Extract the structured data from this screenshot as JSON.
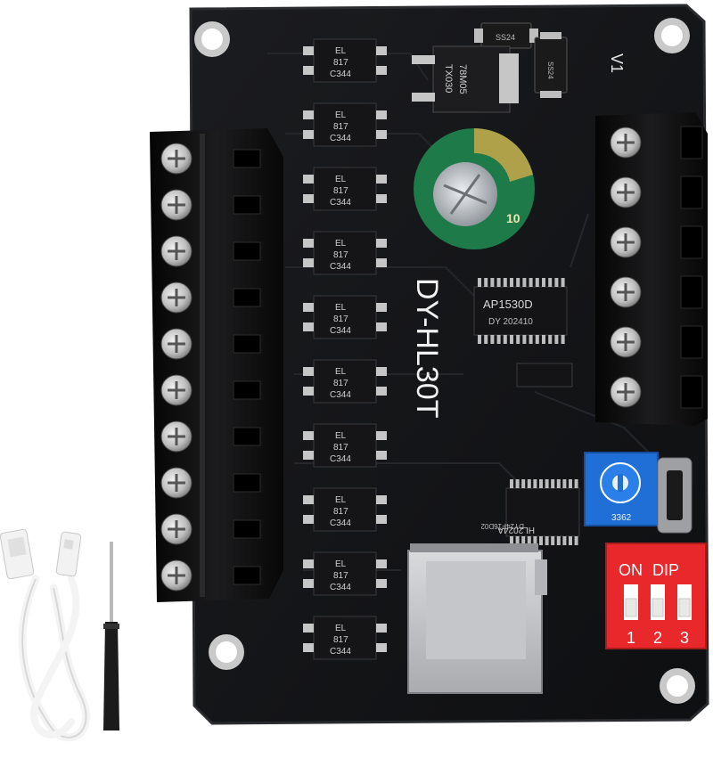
{
  "board": {
    "model": "DY-HL30T",
    "version": "V1",
    "colors": {
      "pcb": "#111214",
      "pcb_edge": "#2a2b2e",
      "terminal": "#0c0c0d",
      "dip": "#e8282b",
      "pot": "#1f6fd6",
      "capacitor": "#1f7a4a",
      "gold": "#c9a84a"
    }
  },
  "chips": {
    "amp": {
      "name": "AP1530D",
      "code": "DY 202410"
    },
    "mcu": {
      "name": "HL2024A",
      "code": "DY24F16D02"
    },
    "regulator": {
      "name": "78M05",
      "code": "TX030"
    },
    "diode1": "SS24",
    "diode2": "SS24"
  },
  "optocoupler": {
    "line1": "EL",
    "line2": "817",
    "line3": "C344"
  },
  "potentiometer": {
    "label": "3362"
  },
  "capacitor": {
    "label": "10"
  },
  "dip_switch": {
    "on_label": "ON",
    "dip_label": "DIP",
    "positions": [
      "1",
      "2",
      "3"
    ]
  },
  "accessories": {
    "cable_icon": "usb-cable",
    "tool_icon": "screwdriver"
  }
}
